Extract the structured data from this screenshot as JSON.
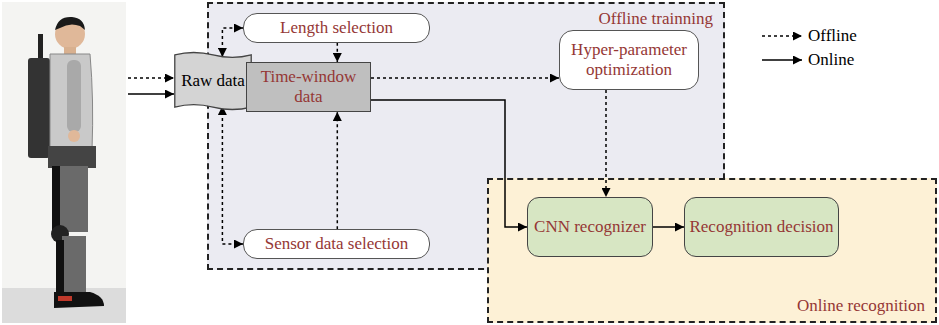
{
  "diagram": {
    "nodes": [
      {
        "text": [
          "Raw data"
        ]
      },
      {
        "text": [
          "Offline trainning"
        ]
      },
      {
        "text": [
          "Length selection"
        ],
        "in": 1
      },
      {
        "text": [
          "Time-window data"
        ],
        "in": 1
      },
      {
        "text": [
          "Hyper-parameter optimization"
        ],
        "in": 1
      },
      {
        "text": [
          "Sensor data selection"
        ],
        "in": 1
      },
      {
        "text": [
          "Online recognition"
        ]
      },
      {
        "text": [
          "CNN recognizer"
        ],
        "in": 6
      },
      {
        "text": [
          "Recognition decision"
        ],
        "in": 6
      }
    ],
    "edges": [
      {
        "from": 0,
        "to": 2,
        "arrow": "both"
      },
      {
        "from": 0,
        "to": 5,
        "arrow": "both"
      },
      {
        "from": 2,
        "to": 3,
        "arrow": "to"
      },
      {
        "from": 5,
        "to": 3,
        "arrow": "to"
      },
      {
        "from": 3,
        "to": 4,
        "arrow": "to"
      },
      {
        "from": 4,
        "to": 7,
        "arrow": "to"
      },
      {
        "from": 3,
        "to": 7,
        "arrow": "to"
      },
      {
        "from": 7,
        "to": 8,
        "arrow": "to"
      }
    ],
    "legend": [
      {
        "text": "Offline"
      },
      {
        "text": "Online"
      }
    ]
  }
}
